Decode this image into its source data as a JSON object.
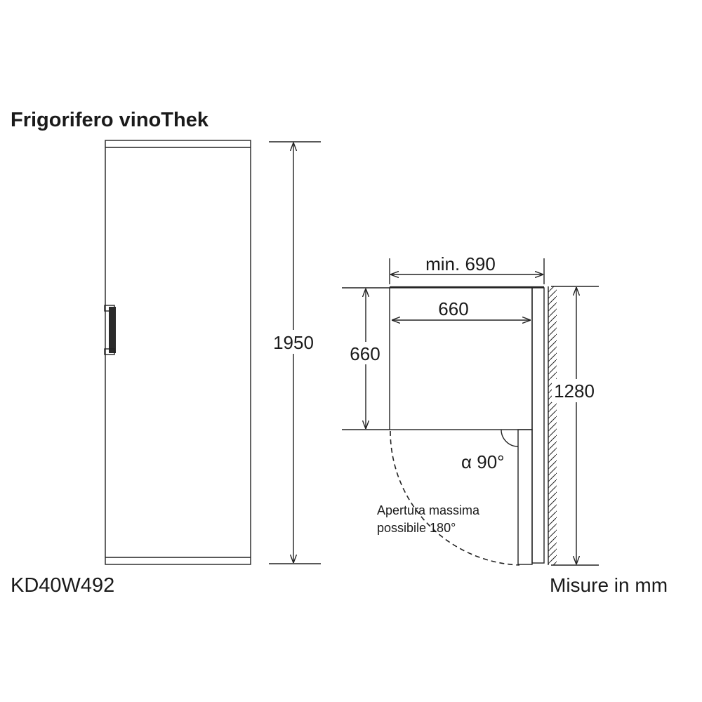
{
  "title": "Frigorifero vinoThek",
  "model": "KD40W492",
  "units_note": "Misure in mm",
  "front_view": {
    "height_label": "1950"
  },
  "top_view": {
    "total_width_label": "min. 690",
    "body_width_label": "660",
    "body_depth_label": "660",
    "niche_depth_label": "1280",
    "door_angle_label": "α 90°",
    "max_opening_line1": "Apertura massima",
    "max_opening_line2": "possibile 180°"
  }
}
